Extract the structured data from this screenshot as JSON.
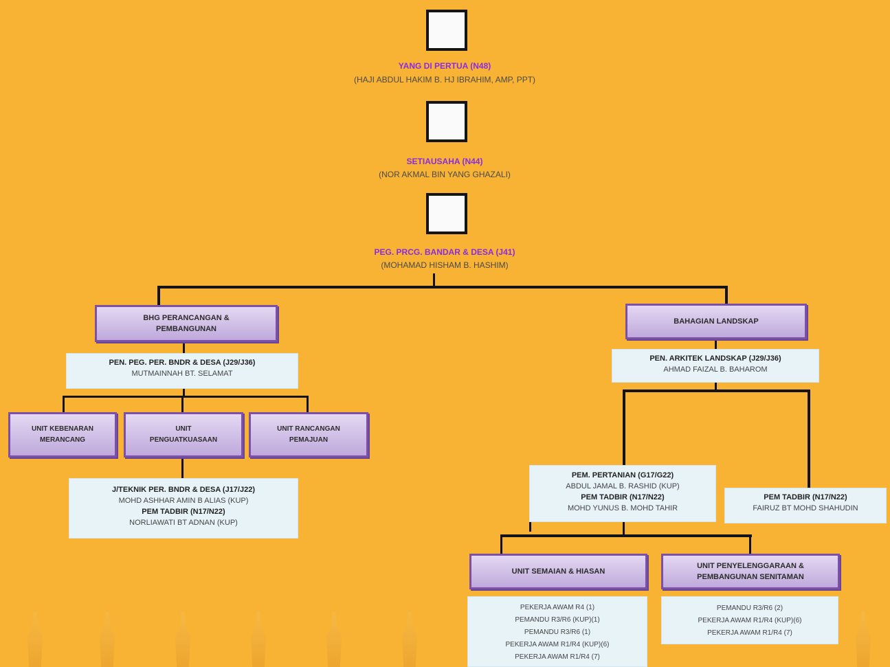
{
  "chart": {
    "yang_dipertua": {
      "title": "YANG DI PERTUA (N48)",
      "name": "(HAJI ABDUL HAKIM B. HJ IBRAHIM, AMP, PPT)"
    },
    "setiausaha": {
      "title": "SETIAUSAHA (N44)",
      "name": "(NOR AKMAL BIN YANG GHAZALI)"
    },
    "pegawai": {
      "title": "PEG. PRCG. BANDAR & DESA (J41)",
      "name": "(MOHAMAD HISHAM B. HASHIM)"
    },
    "left": {
      "dept": "BHG PERANCANGAN &\nPEMBANGUNAN",
      "assistant": {
        "title": "PEN. PEG. PER. BNDR & DESA (J29/J36)",
        "name": "MUTMAINNAH BT. SELAMAT"
      },
      "units": [
        "UNIT KEBENARAN\nMERANCANG",
        "UNIT\nPENGUATKUASAAN",
        "UNIT RANCANGAN\nPEMAJUAN"
      ],
      "staff": {
        "t1": "J/TEKNIK PER. BNDR & DESA (J17/J22)",
        "n1": "MOHD ASHHAR AMIN B ALIAS (KUP)",
        "t2": "PEM TADBIR (N17/N22)",
        "n2": "NORLIAWATI BT ADNAN (KUP)"
      }
    },
    "right": {
      "dept": "BAHAGIAN LANDSKAP",
      "assistant": {
        "title": "PEN. ARKITEK LANDSKAP (J29/J36)",
        "name": "AHMAD FAIZAL B. BAHAROM"
      },
      "pertanian": {
        "t1": "PEM. PERTANIAN (G17/G22)",
        "n1": "ABDUL JAMAL B. RASHID (KUP)",
        "t2": "PEM TADBIR (N17/N22)",
        "n2": "MOHD YUNUS B. MOHD TAHIR"
      },
      "tadbir": {
        "title": "PEM TADBIR (N17/N22)",
        "name": "FAIRUZ BT MOHD SHAHUDIN"
      },
      "units": [
        "UNIT SEMAIAN & HIASAN",
        "UNIT PENYELENGGARAAN &\nPEMBANGUNAN SENITAMAN"
      ],
      "semaian_staff": [
        "PEKERJA AWAM R4 (1)",
        "PEMANDU R3/R6 (KUP)(1)",
        "PEMANDU R3/R6 (1)",
        "PEKERJA AWAM R1/R4 (KUP)(6)",
        "PEKERJA AWAM R1/R4 (7)"
      ],
      "penyelenggaraan_staff": [
        "PEMANDU R3/R6 (2)",
        "PEKERJA AWAM R1/R4 (KUP)(6)",
        "PEKERJA AWAM R1/R4 (7)"
      ]
    }
  }
}
